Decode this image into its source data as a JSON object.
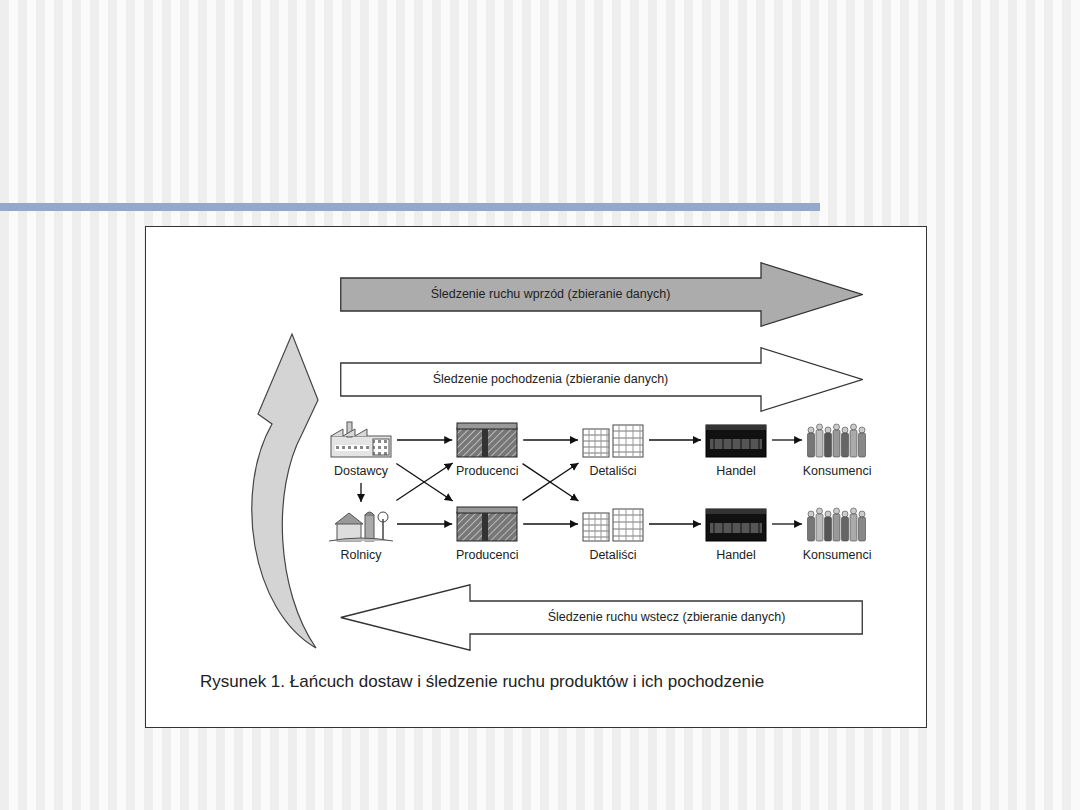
{
  "diagram": {
    "caption": "Rysunek 1. Łańcuch dostaw i śledzenie ruchu produktów i ich pochodzenie",
    "nodes": [
      {
        "text": [
          "Śledzenie ruchu wprzód (zbieranie danych)"
        ]
      },
      {
        "text": [
          "Śledzenie pochodzenia (zbieranie danych)"
        ]
      },
      {
        "text": [
          "Dostawcy"
        ]
      },
      {
        "text": [
          "Producenci"
        ]
      },
      {
        "text": [
          "Detaliści"
        ]
      },
      {
        "text": [
          "Handel"
        ]
      },
      {
        "text": [
          "Konsumenci"
        ]
      },
      {
        "text": [
          "Rolnicy"
        ]
      },
      {
        "text": [
          "Producenci"
        ]
      },
      {
        "text": [
          "Detaliści"
        ]
      },
      {
        "text": [
          "Handel"
        ]
      },
      {
        "text": [
          "Konsumenci"
        ]
      },
      {
        "text": [
          "Śledzenie ruchu wstecz (zbieranie danych)"
        ]
      }
    ],
    "edges": [
      {
        "from": 2,
        "to": 3,
        "arrow": "to"
      },
      {
        "from": 2,
        "to": 7,
        "arrow": "to"
      },
      {
        "from": 2,
        "to": 8,
        "arrow": "to"
      },
      {
        "from": 7,
        "to": 3,
        "arrow": "to"
      },
      {
        "from": 7,
        "to": 8,
        "arrow": "to"
      },
      {
        "from": 3,
        "to": 4,
        "arrow": "to"
      },
      {
        "from": 3,
        "to": 9,
        "arrow": "to"
      },
      {
        "from": 8,
        "to": 4,
        "arrow": "to"
      },
      {
        "from": 8,
        "to": 9,
        "arrow": "to"
      },
      {
        "from": 4,
        "to": 5,
        "arrow": "to"
      },
      {
        "from": 9,
        "to": 10,
        "arrow": "to"
      },
      {
        "from": 5,
        "to": 6,
        "arrow": "to"
      },
      {
        "from": 10,
        "to": 11,
        "arrow": "to"
      }
    ]
  }
}
